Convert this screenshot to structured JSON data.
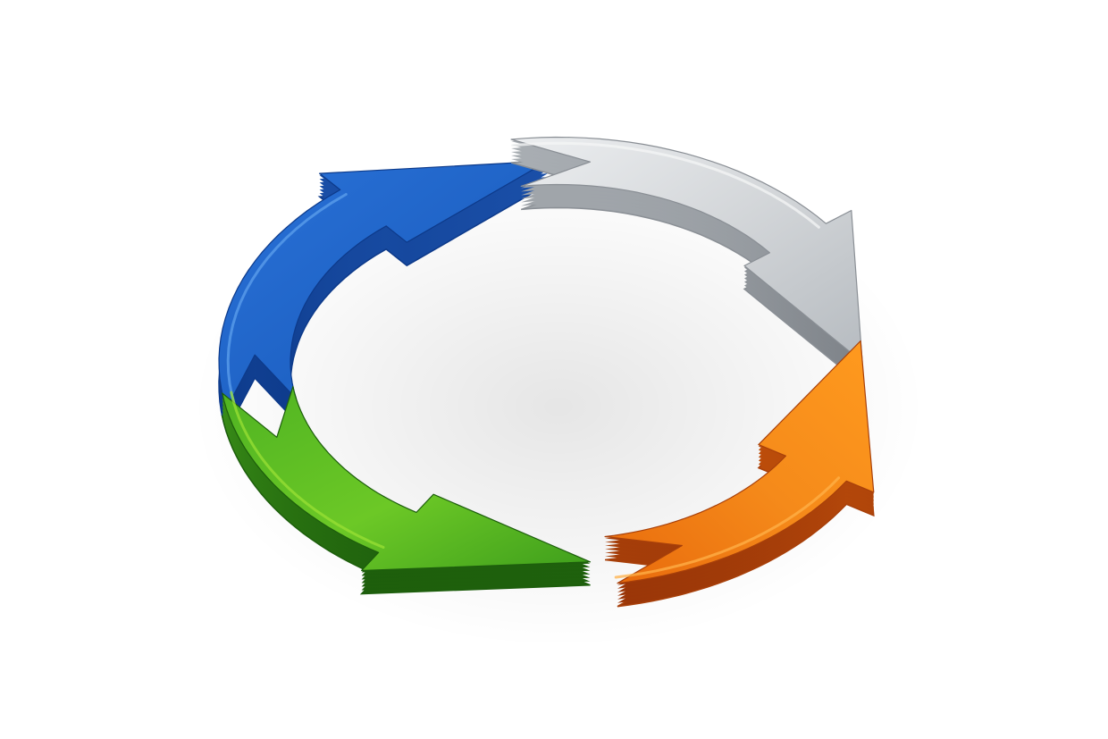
{
  "diagram": {
    "type": "cycle",
    "direction": "clockwise",
    "arrows": [
      {
        "id": "blue",
        "color": "#1f63c6",
        "dark": "#0d3a8a",
        "light": "#5ea0ec"
      },
      {
        "id": "silver",
        "color": "#c9cdd1",
        "dark": "#8a8f95",
        "light": "#f4f5f6"
      },
      {
        "id": "orange",
        "color": "#f07f12",
        "dark": "#a8400a",
        "light": "#ffb24a"
      },
      {
        "id": "green",
        "color": "#3e9e1c",
        "dark": "#1d5e0c",
        "light": "#9ae034"
      }
    ]
  }
}
